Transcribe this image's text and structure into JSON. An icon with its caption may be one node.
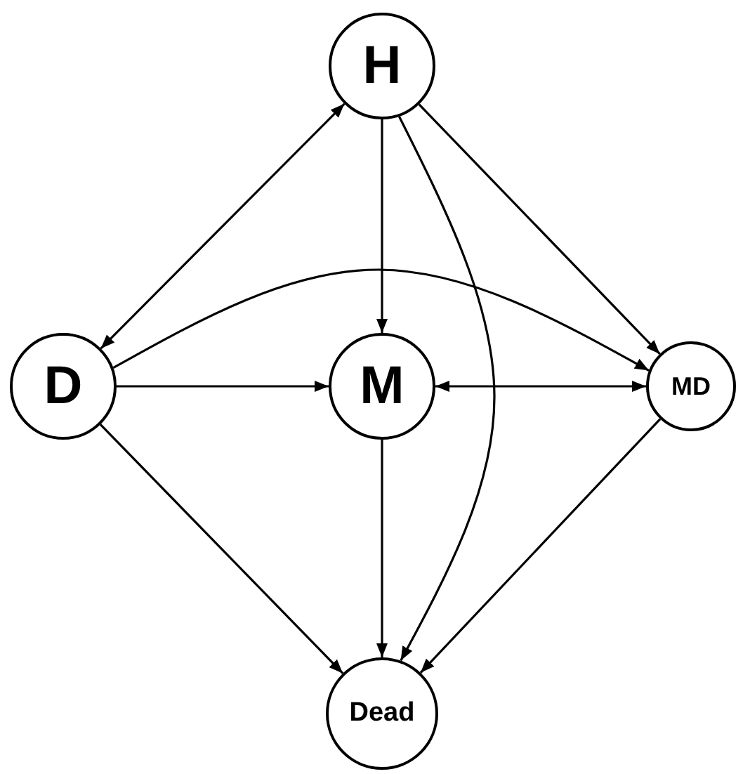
{
  "diagram": {
    "nodes": [
      {
        "text": [
          "H"
        ]
      },
      {
        "text": [
          "D"
        ]
      },
      {
        "text": [
          "M"
        ]
      },
      {
        "text": [
          "MD"
        ]
      },
      {
        "text": [
          "Dead"
        ]
      }
    ],
    "edges": [
      {
        "from": 0,
        "to": 1,
        "arrow": "both"
      },
      {
        "from": 0,
        "to": 2,
        "arrow": "to"
      },
      {
        "from": 0,
        "to": 4,
        "arrow": "to"
      },
      {
        "from": 0,
        "to": 3,
        "arrow": "to"
      },
      {
        "from": 1,
        "to": 3,
        "arrow": "to"
      },
      {
        "from": 1,
        "to": 2,
        "arrow": "to"
      },
      {
        "from": 2,
        "to": 3,
        "arrow": "both"
      },
      {
        "from": 1,
        "to": 4,
        "arrow": "to"
      },
      {
        "from": 2,
        "to": 4,
        "arrow": "to"
      },
      {
        "from": 3,
        "to": 4,
        "arrow": "to"
      }
    ]
  }
}
